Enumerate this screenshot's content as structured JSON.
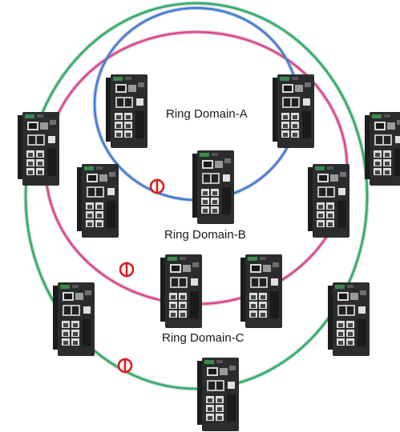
{
  "rings": [
    {
      "label": "Ring Domain-A",
      "color": "#3a7be0"
    },
    {
      "label": "Ring Domain-B",
      "color": "#e8408f"
    },
    {
      "label": "Ring Domain-C",
      "color": "#22b463"
    }
  ],
  "colors": {
    "switch_body": "#2a2c2e",
    "ring_break": "#d81e1e"
  },
  "icons": {
    "switch": "industrial-ethernet-switch-icon",
    "break": "ring-blocked-port-icon"
  }
}
